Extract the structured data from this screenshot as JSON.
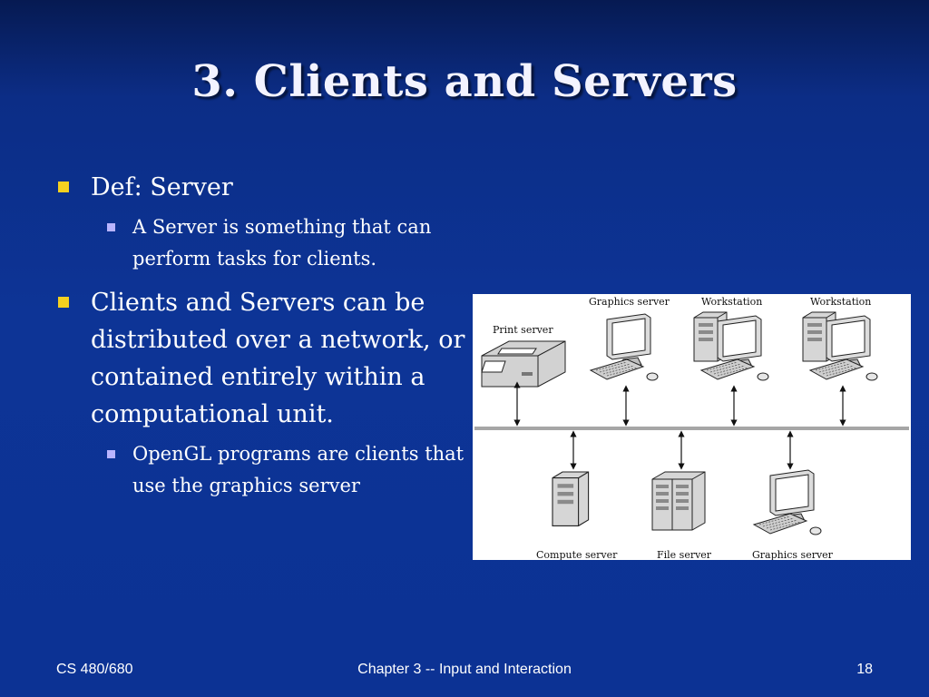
{
  "slide": {
    "title": "3. Clients and Servers",
    "bullets": [
      {
        "text": "Def: Server",
        "sub": [
          "A Server is something that can perform tasks for clients."
        ]
      },
      {
        "text": "Clients and Servers can be distributed over a network, or contained entirely within a computational unit.",
        "sub": [
          "OpenGL programs are clients that use the graphics server"
        ]
      }
    ]
  },
  "figure": {
    "labels": {
      "print_server": "Print server",
      "graphics_server_top": "Graphics server",
      "workstation_1": "Workstation",
      "workstation_2": "Workstation",
      "compute_server": "Compute server",
      "file_server": "File server",
      "graphics_server_bottom": "Graphics server"
    }
  },
  "footer": {
    "left": "CS 480/680",
    "center": "Chapter 3 -- Input and Interaction",
    "right": "18"
  },
  "colors": {
    "background": "#0c3294",
    "bullet_l1": "#f5d020",
    "bullet_l2": "#b9b4ff"
  }
}
